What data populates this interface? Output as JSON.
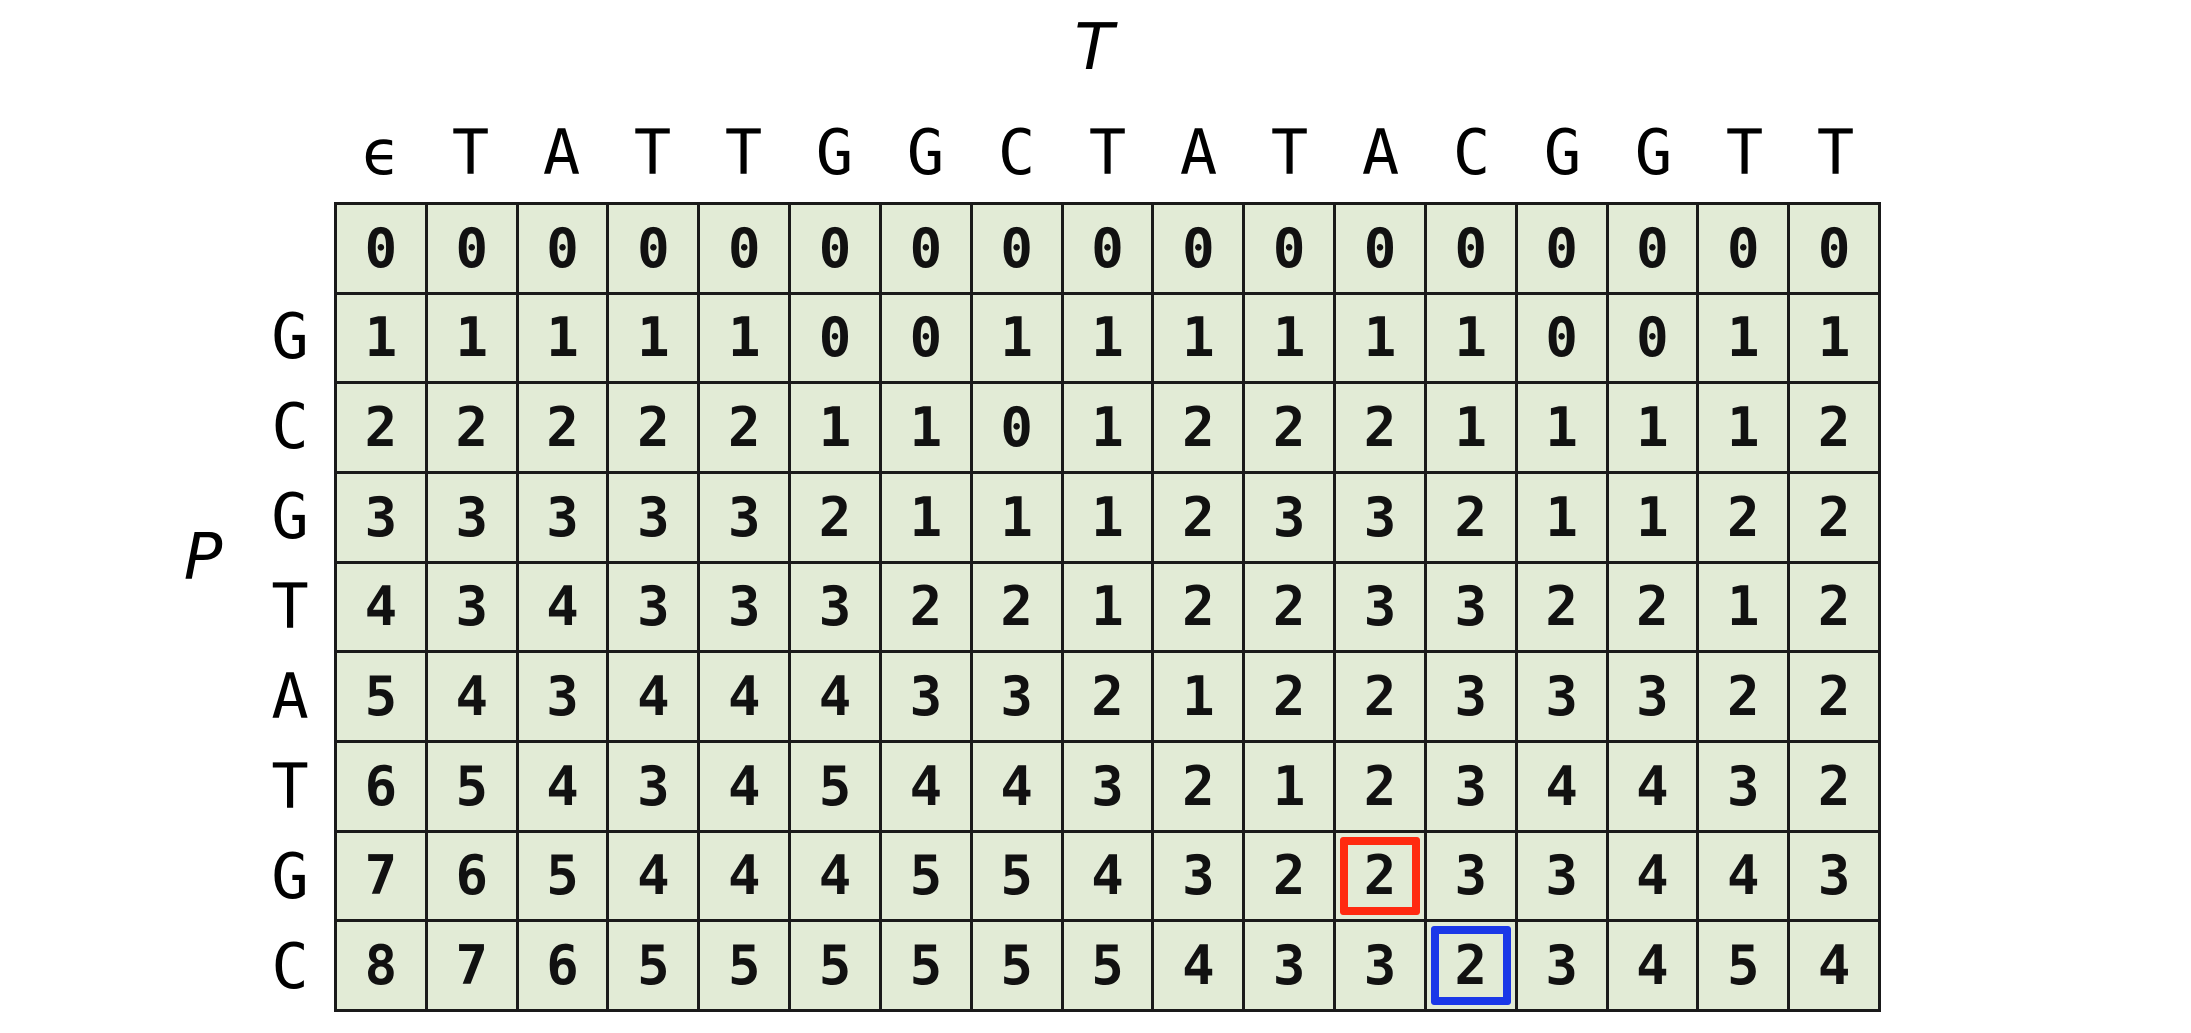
{
  "text_axis_label": "T",
  "pattern_axis_label": "P",
  "text_header": [
    "ϵ",
    "T",
    "A",
    "T",
    "T",
    "G",
    "G",
    "C",
    "T",
    "A",
    "T",
    "A",
    "C",
    "G",
    "G",
    "T",
    "T"
  ],
  "pattern_header": [
    "",
    "G",
    "C",
    "G",
    "T",
    "A",
    "T",
    "G",
    "C"
  ],
  "matrix": [
    [
      0,
      0,
      0,
      0,
      0,
      0,
      0,
      0,
      0,
      0,
      0,
      0,
      0,
      0,
      0,
      0,
      0
    ],
    [
      1,
      1,
      1,
      1,
      1,
      0,
      0,
      1,
      1,
      1,
      1,
      1,
      1,
      0,
      0,
      1,
      1
    ],
    [
      2,
      2,
      2,
      2,
      2,
      1,
      1,
      0,
      1,
      2,
      2,
      2,
      1,
      1,
      1,
      1,
      2
    ],
    [
      3,
      3,
      3,
      3,
      3,
      2,
      1,
      1,
      1,
      2,
      3,
      3,
      2,
      1,
      1,
      2,
      2
    ],
    [
      4,
      3,
      4,
      3,
      3,
      3,
      2,
      2,
      1,
      2,
      2,
      3,
      3,
      2,
      2,
      1,
      2
    ],
    [
      5,
      4,
      3,
      4,
      4,
      4,
      3,
      3,
      2,
      1,
      2,
      2,
      3,
      3,
      3,
      2,
      2
    ],
    [
      6,
      5,
      4,
      3,
      4,
      5,
      4,
      4,
      3,
      2,
      1,
      2,
      3,
      4,
      4,
      3,
      2
    ],
    [
      7,
      6,
      5,
      4,
      4,
      4,
      5,
      5,
      4,
      3,
      2,
      2,
      3,
      3,
      4,
      4,
      3
    ],
    [
      8,
      7,
      6,
      5,
      5,
      5,
      5,
      5,
      5,
      4,
      3,
      3,
      2,
      3,
      4,
      5,
      4
    ]
  ],
  "highlights": [
    {
      "row": 7,
      "col": 11,
      "color": "red"
    },
    {
      "row": 8,
      "col": 12,
      "color": "blue"
    }
  ],
  "colors": {
    "cell_fill": "#e2ebd6",
    "grid_line": "#1a1a1a",
    "red": "#ff2a10",
    "blue": "#1a38e8"
  }
}
